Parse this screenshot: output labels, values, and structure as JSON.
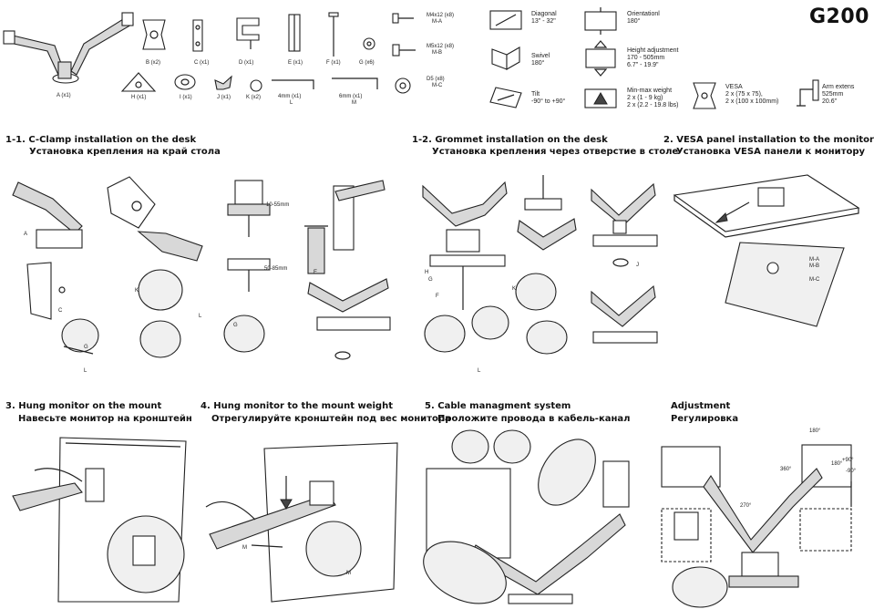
{
  "model": "G200",
  "parts": [
    {
      "label": "A (x1)"
    },
    {
      "label": "B (x2)"
    },
    {
      "label": "C (x1)"
    },
    {
      "label": "D (x1)"
    },
    {
      "label": "E (x1)"
    },
    {
      "label": "F (x1)"
    },
    {
      "label": "G (x6)"
    },
    {
      "label": "H (x1)"
    },
    {
      "label": "I (x1)"
    },
    {
      "label": "J (x1)"
    },
    {
      "label": "K (x2)"
    },
    {
      "label": "4mm (x1)",
      "sub": "L"
    },
    {
      "label": "6mm (x1)",
      "sub": "M"
    }
  ],
  "screws": [
    {
      "label": "M4x12 (x8)",
      "sub": "M-A"
    },
    {
      "label": "M5x12 (x8)",
      "sub": "M-B"
    },
    {
      "label": "D5 (x8)",
      "sub": "M-C"
    }
  ],
  "specs": {
    "diagonal": {
      "title": "Diagonal",
      "value": "13\" - 32\""
    },
    "swivel": {
      "title": "Swivel",
      "value": "180°"
    },
    "tilt": {
      "title": "Tilt",
      "value": "-90° to +90°"
    },
    "orientation": {
      "title": "Orientationl",
      "value": "180°"
    },
    "height": {
      "title": "Height adjustment",
      "value": "170 - 505mm\n6.7\" - 19.9\""
    },
    "minmax": {
      "title": "Min-max weight",
      "value": "2 x (1 - 9 kg)\n2 x (2.2 - 19.8 lbs)"
    },
    "vesa": {
      "title": "VESA",
      "value": "2 x (75 x 75),\n2 x (100 x 100mm)"
    },
    "arm": {
      "title": "Arm extens",
      "value": "525mm\n20.6\""
    }
  },
  "sections": [
    {
      "en": "1-1. C-Clamp installation on the desk",
      "ru": "Установка крепления на край стола"
    },
    {
      "en": "1-2. Grommet installation on the desk",
      "ru": "Установка крепления через отверстие в столе"
    },
    {
      "en": "2. VESA panel installation to the monitor",
      "ru": "Установка VESA панели к монитору"
    },
    {
      "en": "3. Hung monitor on the mount",
      "ru": "Навесьте монитор на кронштейн"
    },
    {
      "en": "4. Hung monitor to the mount weight",
      "ru": "Отрегулируйте кронштейн под вес монитора"
    },
    {
      "en": "5. Cable managment system",
      "ru": "Проложите провода в кабель-канал"
    },
    {
      "en": "Adjustment",
      "ru": "Регулировка"
    }
  ],
  "labels": {
    "clamp_range1": "10-55mm",
    "clamp_range2": "50-85mm",
    "a": "A",
    "c": "C",
    "k": "K",
    "l": "L",
    "g": "G",
    "e": "E",
    "h": "H",
    "f": "F",
    "j": "J",
    "m": "M",
    "ma": "M-A",
    "mb": "M-B",
    "mc": "M-C",
    "rot180a": "180°",
    "rot180b": "180°",
    "rot360": "360°",
    "rot270": "270°",
    "plus90": "+90°",
    "minus90": "-90°"
  }
}
